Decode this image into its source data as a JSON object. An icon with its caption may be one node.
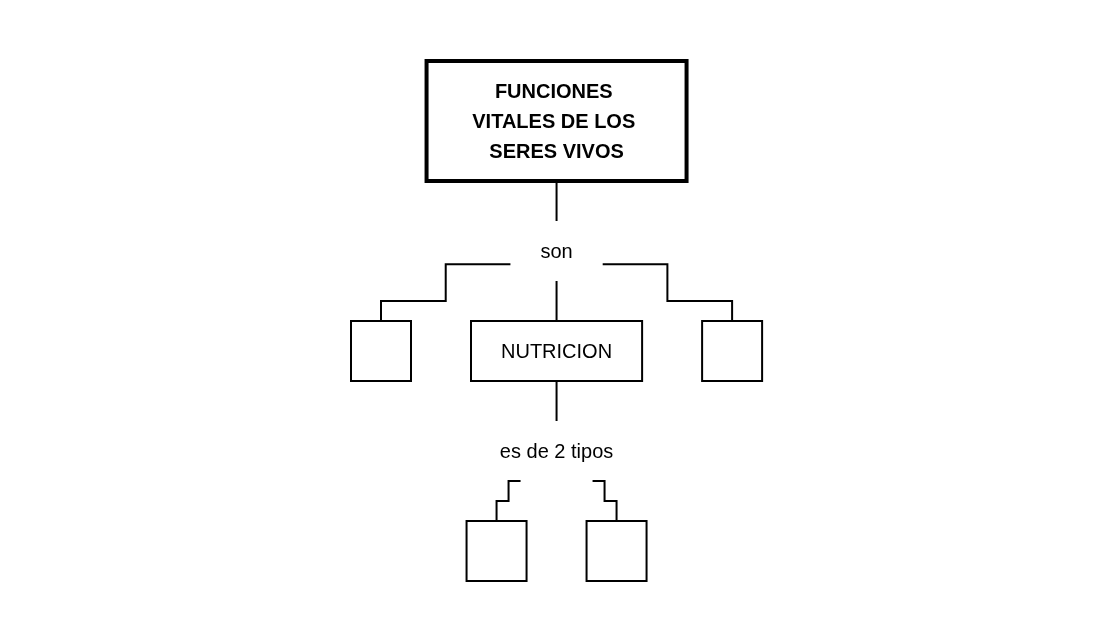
{
  "diagram": {
    "nodes": [
      {
        "text": [
          "FUNCIONES VITALES DE LOS SERES VIVOS"
        ]
      },
      {
        "text": [
          "son"
        ]
      },
      {
        "text": [],
        "shape": "box"
      },
      {
        "text": [
          "NUTRICION"
        ]
      },
      {
        "text": [],
        "shape": "box"
      },
      {
        "text": [
          "es de 2 tipos"
        ]
      },
      {
        "text": [],
        "shape": "box"
      },
      {
        "text": [],
        "shape": "box"
      }
    ],
    "edges": [
      {
        "from": 0,
        "to": 1,
        "arrow": "none"
      },
      {
        "from": 1,
        "to": 2,
        "arrow": "none"
      },
      {
        "from": 1,
        "to": 3,
        "arrow": "none"
      },
      {
        "from": 1,
        "to": 4,
        "arrow": "none"
      },
      {
        "from": 3,
        "to": 5,
        "arrow": "none"
      },
      {
        "from": 5,
        "to": 6,
        "arrow": "none"
      },
      {
        "from": 5,
        "to": 7,
        "arrow": "none"
      }
    ]
  }
}
